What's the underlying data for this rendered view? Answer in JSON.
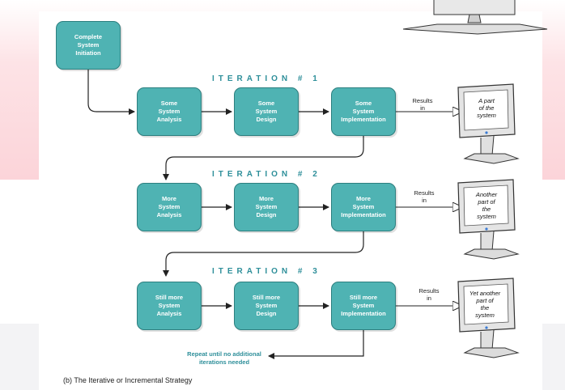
{
  "boxes": {
    "initiation": "Complete\nSystem\nInitiation",
    "iter1_analysis": "Some\nSystem\nAnalysis",
    "iter1_design": "Some\nSystem\nDesign",
    "iter1_implementation": "Some\nSystem\nImplementation",
    "iter2_analysis": "More\nSystem\nAnalysis",
    "iter2_design": "More\nSystem\nDesign",
    "iter2_implementation": "More\nSystem\nImplementation",
    "iter3_analysis": "Still more\nSystem\nAnalysis",
    "iter3_design": "Still more\nSystem\nDesign",
    "iter3_implementation": "Still more\nSystem\nImplementation"
  },
  "iterations": {
    "one": "ITERATION # 1",
    "two": "ITERATION # 2",
    "three": "ITERATION # 3"
  },
  "results_label": "Results\nin",
  "screens": {
    "one": "A part\nof the\nsystem",
    "two": "Another\npart of\nthe\nsystem",
    "three": "Yet another\npart of\nthe\nsystem"
  },
  "repeat_note": "Repeat until no additional\niterations needed",
  "caption": "(b) The Iterative or Incremental Strategy",
  "colors": {
    "box_fill": "#4fb3b3",
    "box_border": "#2d7f7f",
    "heading": "#2e8f9a",
    "background_band": "#fcd4d9"
  }
}
